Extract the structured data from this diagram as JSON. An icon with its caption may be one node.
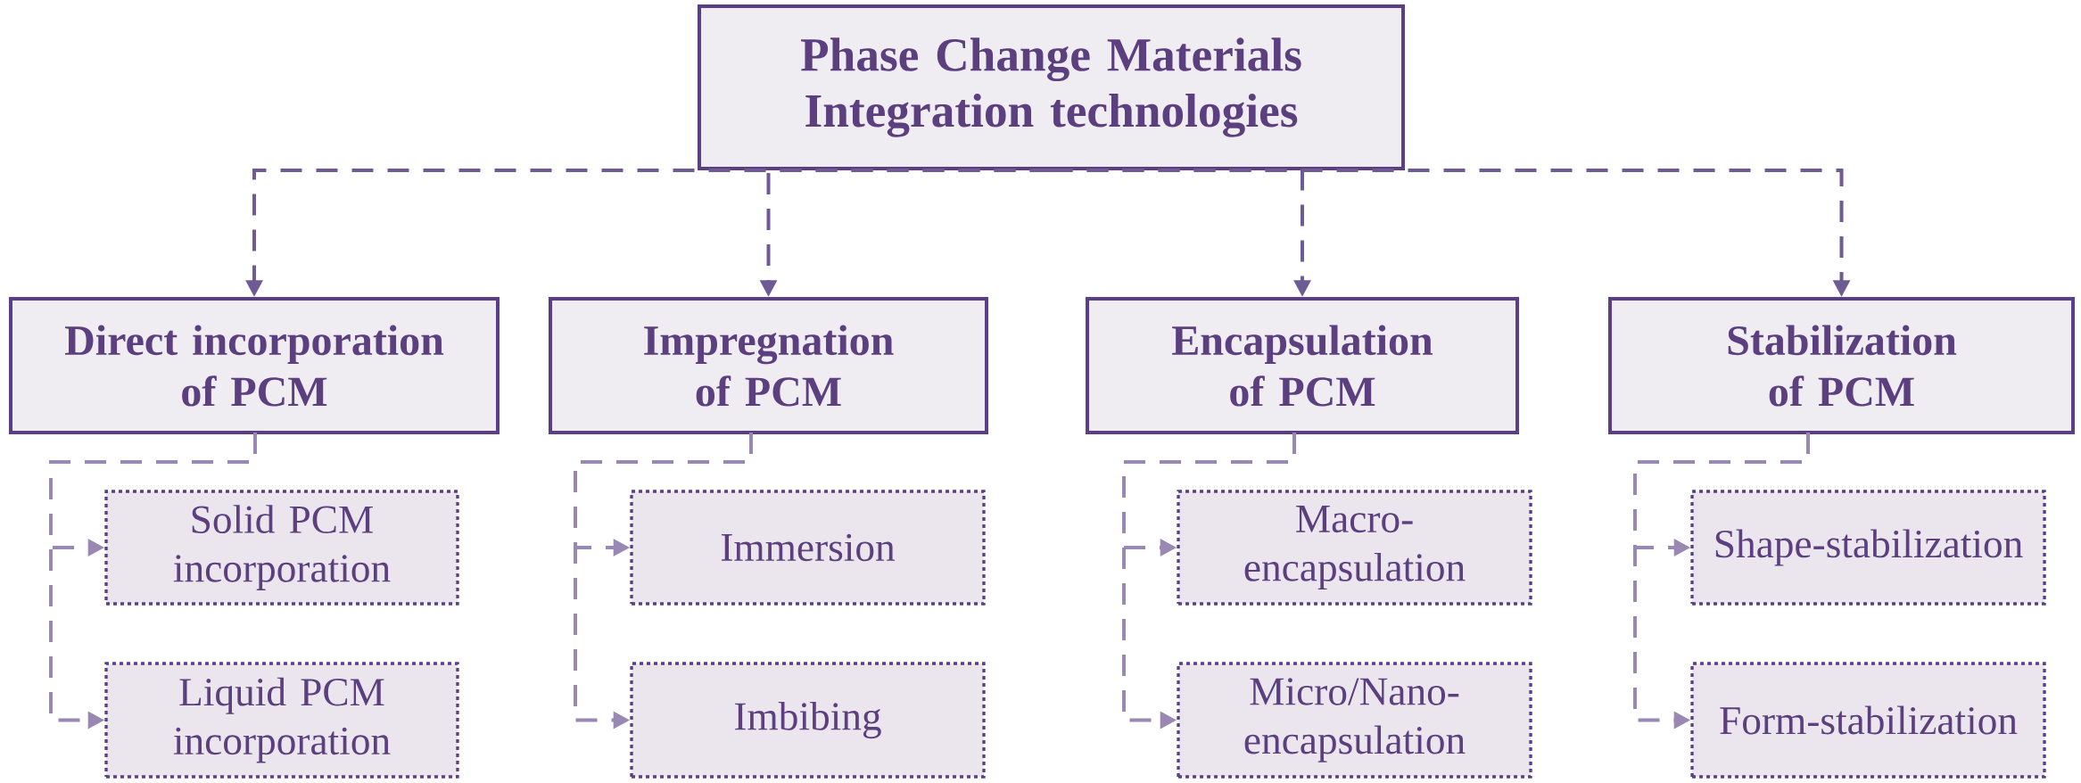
{
  "diagram": {
    "nodes": [
      {
        "text": [
          "Phase Change Materials Integration technologies"
        ]
      },
      {
        "text": [
          "Direct incorporation of PCM"
        ]
      },
      {
        "text": [
          "Impregnation of PCM"
        ]
      },
      {
        "text": [
          "Encapsulation of PCM"
        ]
      },
      {
        "text": [
          "Stabilization of PCM"
        ]
      },
      {
        "text": [
          "Solid PCM incorporation"
        ]
      },
      {
        "text": [
          "Immersion"
        ]
      },
      {
        "text": [
          "Macro-encapsulation"
        ]
      },
      {
        "text": [
          "Shape-stabilization"
        ]
      },
      {
        "text": [
          "Liquid PCM incorporation"
        ]
      },
      {
        "text": [
          "Imbibing"
        ]
      },
      {
        "text": [
          "Micro/Nano-encapsulation"
        ]
      },
      {
        "text": [
          "Form-stabilization"
        ]
      }
    ],
    "edges": [
      {
        "from": 0,
        "to": 1,
        "arrow": "to",
        "style": "dashed",
        "color": "#6e5a94"
      },
      {
        "from": 0,
        "to": 2,
        "arrow": "to",
        "style": "dashed",
        "color": "#6e5a94"
      },
      {
        "from": 0,
        "to": 3,
        "arrow": "to",
        "style": "dashed",
        "color": "#6e5a94"
      },
      {
        "from": 0,
        "to": 4,
        "arrow": "to",
        "style": "dashed",
        "color": "#6e5a94"
      },
      {
        "from": 1,
        "to": 5,
        "arrow": "to",
        "style": "dashed"
      },
      {
        "from": 1,
        "to": 9,
        "arrow": "to",
        "style": "dashed"
      },
      {
        "from": 2,
        "to": 6,
        "arrow": "to",
        "style": "dashed"
      },
      {
        "from": 2,
        "to": 10,
        "arrow": "to",
        "style": "dashed"
      },
      {
        "from": 3,
        "to": 7,
        "arrow": "to",
        "style": "dashed"
      },
      {
        "from": 3,
        "to": 11,
        "arrow": "to",
        "style": "dashed"
      },
      {
        "from": 4,
        "to": 8,
        "arrow": "to",
        "style": "dashed"
      },
      {
        "from": 4,
        "to": 12,
        "arrow": "to",
        "style": "dashed"
      }
    ]
  }
}
